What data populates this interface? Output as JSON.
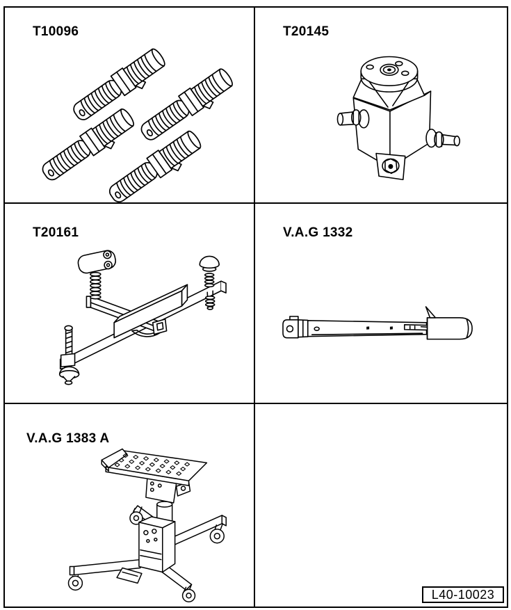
{
  "figure": {
    "code": "L40-10023"
  },
  "tools": {
    "t10096": {
      "label": "T10096"
    },
    "t20145": {
      "label": "T20145"
    },
    "t20161": {
      "label": "T20161"
    },
    "vag1332": {
      "label": "V.A.G 1332"
    },
    "vag1383a": {
      "label": "V.A.G 1383 A"
    }
  },
  "colors": {
    "line": "#000000",
    "background": "#ffffff"
  }
}
